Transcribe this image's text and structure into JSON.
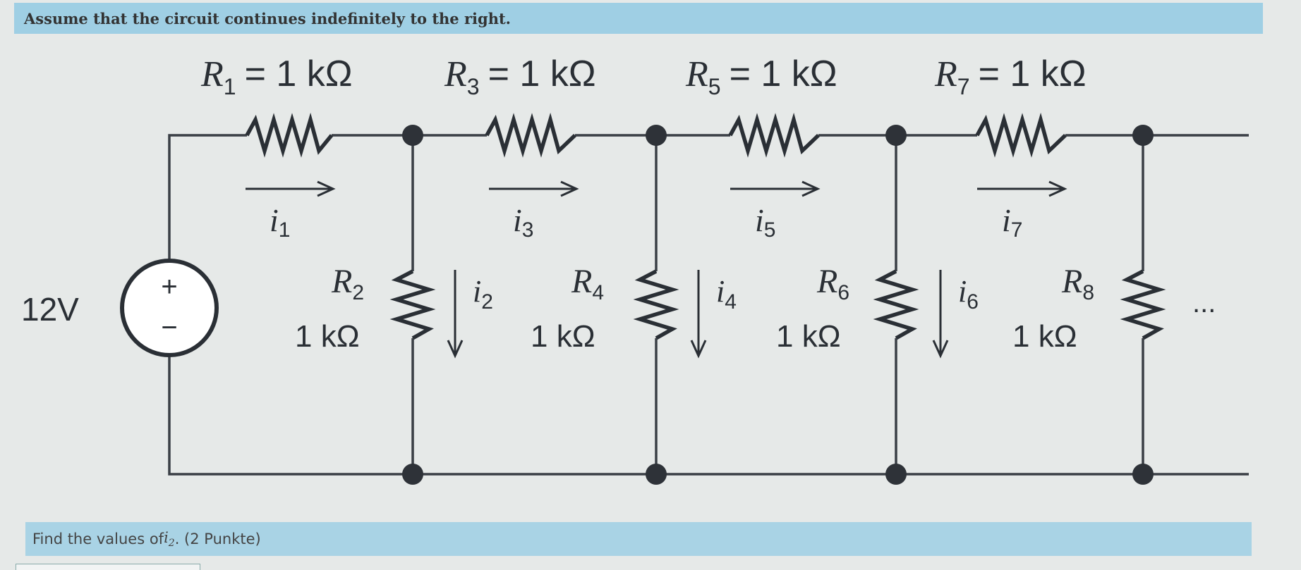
{
  "header": {
    "text": "Assume that the circuit continues indefinitely to the right."
  },
  "question": {
    "prefix": "Find the values of ",
    "var": "i",
    "var_sub": "2",
    "suffix": ". (2 Punkte)"
  },
  "source": {
    "value": "12V",
    "plus": "+",
    "minus": "−"
  },
  "series_resistors": [
    {
      "sym": "R",
      "sub": "1",
      "eq": "= 1 kΩ",
      "current": "i",
      "current_sub": "1"
    },
    {
      "sym": "R",
      "sub": "3",
      "eq": "= 1 kΩ",
      "current": "i",
      "current_sub": "3"
    },
    {
      "sym": "R",
      "sub": "5",
      "eq": "= 1 kΩ",
      "current": "i",
      "current_sub": "5"
    },
    {
      "sym": "R",
      "sub": "7",
      "eq": "= 1 kΩ",
      "current": "i",
      "current_sub": "7"
    }
  ],
  "shunt_resistors": [
    {
      "sym": "R",
      "sub": "2",
      "value": "1 kΩ",
      "current": "i",
      "current_sub": "2"
    },
    {
      "sym": "R",
      "sub": "4",
      "value": "1 kΩ",
      "current": "i",
      "current_sub": "4"
    },
    {
      "sym": "R",
      "sub": "6",
      "value": "1 kΩ",
      "current": "i",
      "current_sub": "6"
    },
    {
      "sym": "R",
      "sub": "8",
      "value": "1 kΩ"
    }
  ],
  "continuation": "...",
  "colors": {
    "banner": "#9fcfe4",
    "background": "#e6e9e8",
    "wire": "#3a3f45"
  }
}
